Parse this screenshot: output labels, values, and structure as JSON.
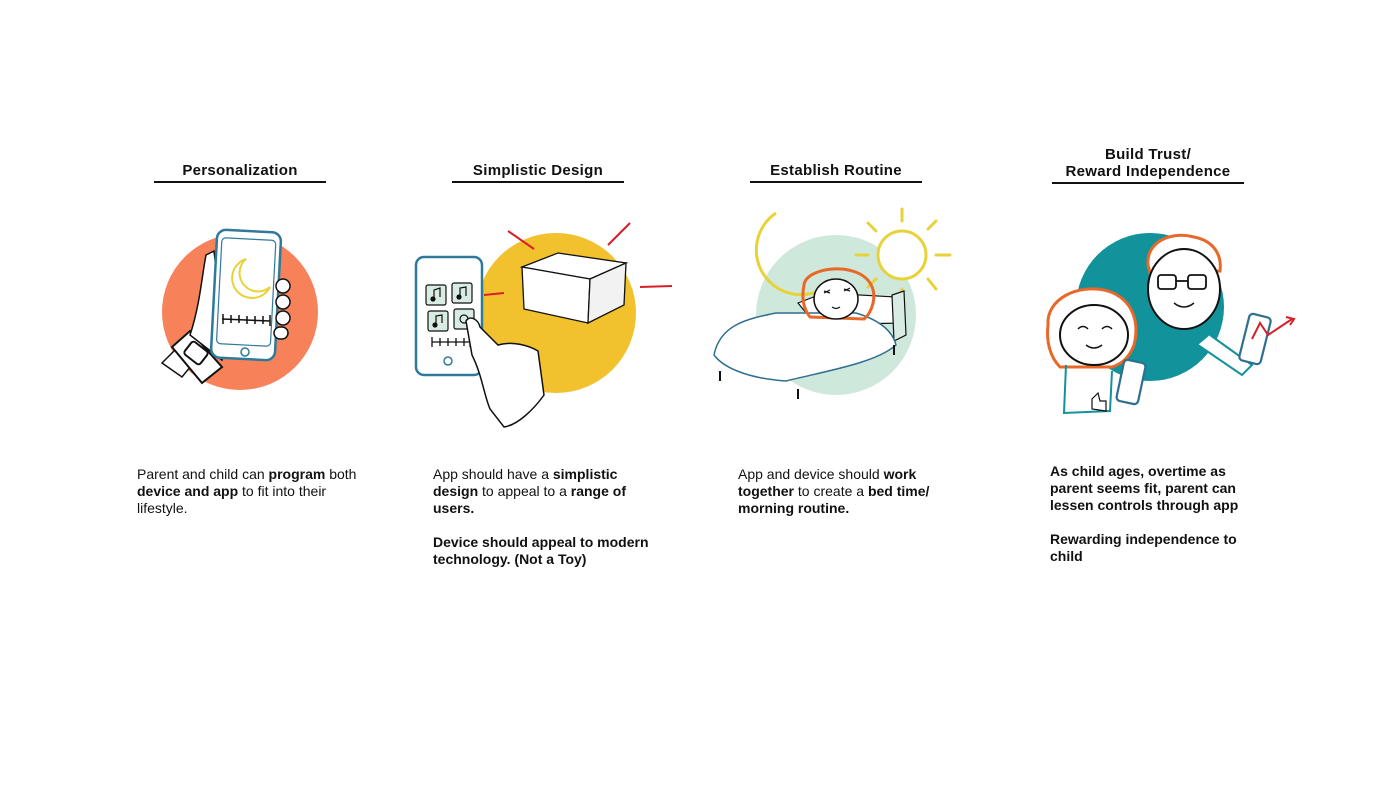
{
  "columns": [
    {
      "heading": "Personalization",
      "description": [
        [
          "Parent and child can ",
          "program",
          " both ",
          "device and app",
          " to fit into their lifestyle."
        ]
      ],
      "circle_color": "#F7825A"
    },
    {
      "heading": "Simplistic Design",
      "description": [
        [
          "App should have a ",
          "simplistic design",
          " to appeal to a ",
          "range of users.",
          ""
        ],
        [
          "",
          "Device should appeal to modern technology. (Not a Toy)",
          "",
          "",
          ""
        ]
      ],
      "circle_color": "#F2C12E"
    },
    {
      "heading": "Establish Routine",
      "description": [
        [
          "App and device should ",
          "work together",
          " to create a ",
          "bed time/ morning routine.",
          ""
        ]
      ],
      "circle_color": "#CFE8DC"
    },
    {
      "heading_line1": "Build Trust/",
      "heading_line2": "Reward Independence",
      "description": [
        [
          "",
          "As child ages, overtime as parent seems fit, parent can lessen controls through app",
          "",
          "",
          ""
        ],
        [
          "",
          "Rewarding independence to child",
          "",
          "",
          ""
        ]
      ],
      "circle_color": "#12929A"
    }
  ]
}
